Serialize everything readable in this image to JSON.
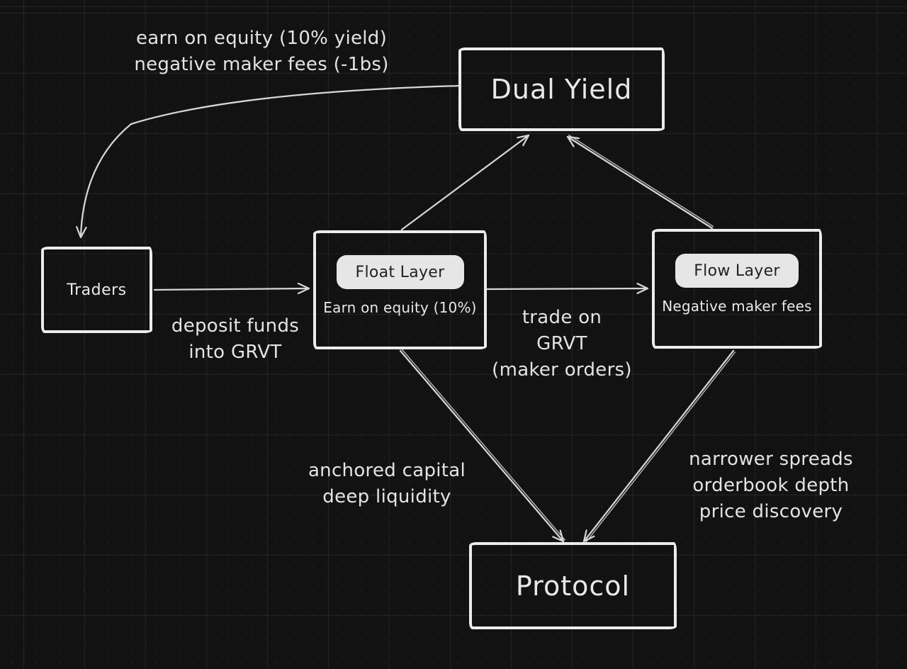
{
  "canvas": {
    "background_color": "#121212",
    "grid_major_color": "#2a2a2a",
    "grid_minor_color": "#1d1d1d",
    "stroke_color": "#d6d6d6",
    "text_color": "#e8e8e8",
    "chip_background": "#e6e6e6",
    "chip_text_color": "#222222"
  },
  "nodes": {
    "dual_yield": {
      "label": "Dual Yield"
    },
    "traders": {
      "label": "Traders"
    },
    "float_layer": {
      "title": "Float Layer",
      "subtitle": "Earn on equity (10%)"
    },
    "flow_layer": {
      "title": "Flow Layer",
      "subtitle": "Negative maker fees"
    },
    "protocol": {
      "label": "Protocol"
    }
  },
  "annotations": {
    "dual_yield_note": {
      "line1": "earn on equity (10% yield)",
      "line2": "negative maker fees (-1bs)"
    },
    "deposit": {
      "line1": "deposit funds",
      "line2": "into GRVT"
    },
    "trade": {
      "line1": "trade on",
      "line2": "GRVT",
      "line3": "(maker orders)"
    },
    "float_benefits": {
      "line1": "anchored capital",
      "line2": "deep liquidity"
    },
    "flow_benefits": {
      "line1": "narrower spreads",
      "line2": "orderbook depth",
      "line3": "price discovery"
    }
  },
  "edges": [
    {
      "from": "Dual Yield",
      "to": "Traders",
      "style": "curved",
      "label": "earn on equity (10% yield) negative maker fees (-1bs)"
    },
    {
      "from": "Traders",
      "to": "Float Layer",
      "style": "straight",
      "label": "deposit funds into GRVT"
    },
    {
      "from": "Float Layer",
      "to": "Dual Yield",
      "style": "straight",
      "label": ""
    },
    {
      "from": "Flow Layer",
      "to": "Dual Yield",
      "style": "double",
      "label": ""
    },
    {
      "from": "Float Layer",
      "to": "Flow Layer",
      "style": "straight",
      "label": "trade on GRVT (maker orders)"
    },
    {
      "from": "Float Layer",
      "to": "Protocol",
      "style": "double",
      "label": "anchored capital deep liquidity"
    },
    {
      "from": "Flow Layer",
      "to": "Protocol",
      "style": "double",
      "label": "narrower spreads orderbook depth price discovery"
    }
  ]
}
